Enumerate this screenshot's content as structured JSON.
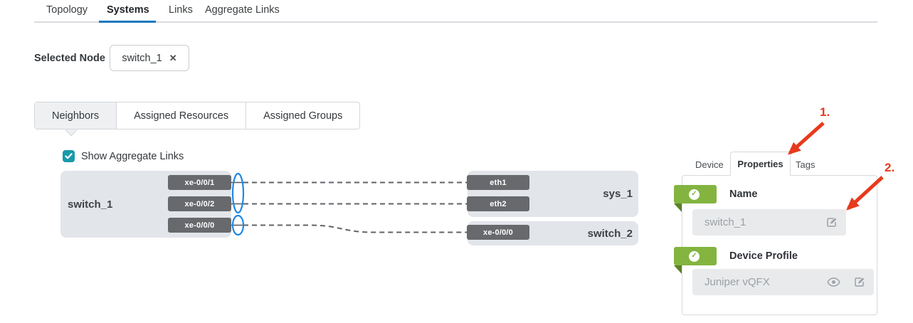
{
  "top_tabs": {
    "items": [
      {
        "label": "Topology",
        "active": false
      },
      {
        "label": "Systems",
        "active": true
      },
      {
        "label": "Links",
        "active": false
      },
      {
        "label": "Aggregate Links",
        "active": false
      }
    ]
  },
  "selected_node": {
    "label": "Selected Node",
    "value": "switch_1"
  },
  "sub_tabs": {
    "items": [
      {
        "label": "Neighbors",
        "active": true
      },
      {
        "label": "Assigned Resources",
        "active": false
      },
      {
        "label": "Assigned Groups",
        "active": false
      }
    ]
  },
  "neighbors_view": {
    "show_aggregate_links_label": "Show Aggregate Links",
    "show_aggregate_links_checked": true,
    "topology": {
      "local_node": {
        "name": "switch_1",
        "ports": [
          "xe-0/0/1",
          "xe-0/0/2",
          "xe-0/0/0"
        ]
      },
      "neighbors": [
        {
          "name": "sys_1",
          "ports": [
            "eth1",
            "eth2"
          ]
        },
        {
          "name": "switch_2",
          "ports": [
            "xe-0/0/0"
          ]
        }
      ],
      "links": [
        {
          "from": "switch_1:xe-0/0/1",
          "to": "sys_1:eth1",
          "aggregate": true
        },
        {
          "from": "switch_1:xe-0/0/2",
          "to": "sys_1:eth2",
          "aggregate": true
        },
        {
          "from": "switch_1:xe-0/0/0",
          "to": "switch_2:xe-0/0/0",
          "aggregate": false
        }
      ]
    }
  },
  "panel": {
    "tabs": [
      {
        "label": "Device",
        "active": false
      },
      {
        "label": "Properties",
        "active": true
      },
      {
        "label": "Tags",
        "active": false
      }
    ],
    "sections": [
      {
        "label": "Name",
        "value": "switch_1",
        "status": "valid",
        "actions": [
          "edit"
        ]
      },
      {
        "label": "Device Profile",
        "value": "Juniper vQFX",
        "status": "valid",
        "actions": [
          "view",
          "edit"
        ]
      }
    ]
  },
  "annotations": [
    {
      "label": "1."
    },
    {
      "label": "2."
    }
  ],
  "icons": {
    "check": "✓",
    "close": "✕"
  },
  "colors": {
    "accent_blue": "#1878be",
    "ellipse_blue": "#1e88e5",
    "checkbox_teal": "#1899a9",
    "ribbon_green": "#83b440",
    "ribbon_fold_green": "#5d8027",
    "annotation_red": "#e8391d",
    "port_chip_gray": "#67696c",
    "node_bg": "#e2e5ea"
  }
}
